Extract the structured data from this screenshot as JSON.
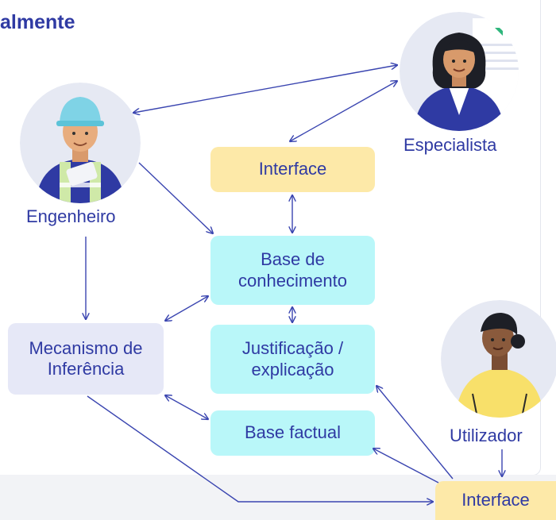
{
  "heading": "almente",
  "actors": {
    "engenheiro": {
      "label": "Engenheiro",
      "icon": "engineer-avatar-icon"
    },
    "especialista": {
      "label": "Especialista",
      "icon": "expert-avatar-icon"
    },
    "utilizador": {
      "label": "Utilizador",
      "icon": "user-avatar-icon"
    }
  },
  "nodes": {
    "interface_top": "Interface",
    "base_conhecimento": "Base de conhecimento",
    "justificacao": "Justificação / explicação",
    "mecanismo": "Mecanismo de Inferência",
    "base_factual": "Base factual",
    "interface_bottom": "Interface"
  },
  "colors": {
    "text": "#2f3aa3",
    "arrow": "#3a45b0",
    "interface_fill": "#fde9a8",
    "knowledge_fill": "#b9f7f9",
    "inference_fill": "#e6e8f7",
    "avatar_bg": "#e6e9f3"
  }
}
